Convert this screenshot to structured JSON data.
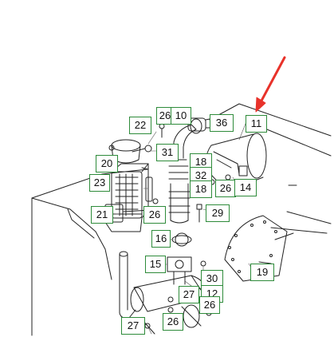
{
  "diagram": {
    "accent_color": "#2e8b3a",
    "arrow_color": "#e8322a",
    "line_color": "#222222",
    "callouts": [
      {
        "id": "c26a",
        "label": "26"
      },
      {
        "id": "c10",
        "label": "10"
      },
      {
        "id": "c22",
        "label": "22"
      },
      {
        "id": "c36",
        "label": "36"
      },
      {
        "id": "c11",
        "label": "11"
      },
      {
        "id": "c31",
        "label": "31"
      },
      {
        "id": "c20",
        "label": "20"
      },
      {
        "id": "c18a",
        "label": "18"
      },
      {
        "id": "c32",
        "label": "32"
      },
      {
        "id": "c23",
        "label": "23"
      },
      {
        "id": "c26b",
        "label": "26"
      },
      {
        "id": "c14",
        "label": "14"
      },
      {
        "id": "c18b",
        "label": "18"
      },
      {
        "id": "c21",
        "label": "21"
      },
      {
        "id": "c26c",
        "label": "26"
      },
      {
        "id": "c29",
        "label": "29"
      },
      {
        "id": "c16",
        "label": "16"
      },
      {
        "id": "c15",
        "label": "15"
      },
      {
        "id": "c19",
        "label": "19"
      },
      {
        "id": "c30",
        "label": "30"
      },
      {
        "id": "c12",
        "label": "12"
      },
      {
        "id": "c27a",
        "label": "27"
      },
      {
        "id": "c26d",
        "label": "26"
      },
      {
        "id": "c27b",
        "label": "27"
      },
      {
        "id": "c26e",
        "label": "26"
      }
    ]
  }
}
